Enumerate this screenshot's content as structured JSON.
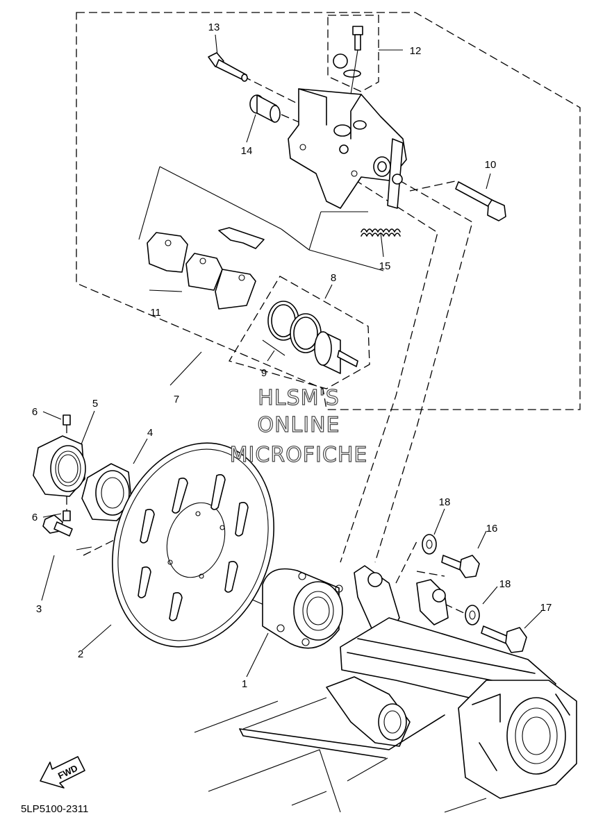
{
  "diagram": {
    "callouts": {
      "c1": "1",
      "c2": "2",
      "c3": "3",
      "c4": "4",
      "c5": "5",
      "c6a": "6",
      "c6b": "6",
      "c7": "7",
      "c8": "8",
      "c9": "9",
      "c10": "10",
      "c11": "11",
      "c12": "12",
      "c13": "13",
      "c14": "14",
      "c15": "15",
      "c16": "16",
      "c17": "17",
      "c18a": "18",
      "c18b": "18"
    },
    "watermark": [
      "HLSM'S",
      "ONLINE",
      "MICROFICHE"
    ],
    "fwd_label": "FWD",
    "diagram_code": "5LP5100-2311"
  }
}
